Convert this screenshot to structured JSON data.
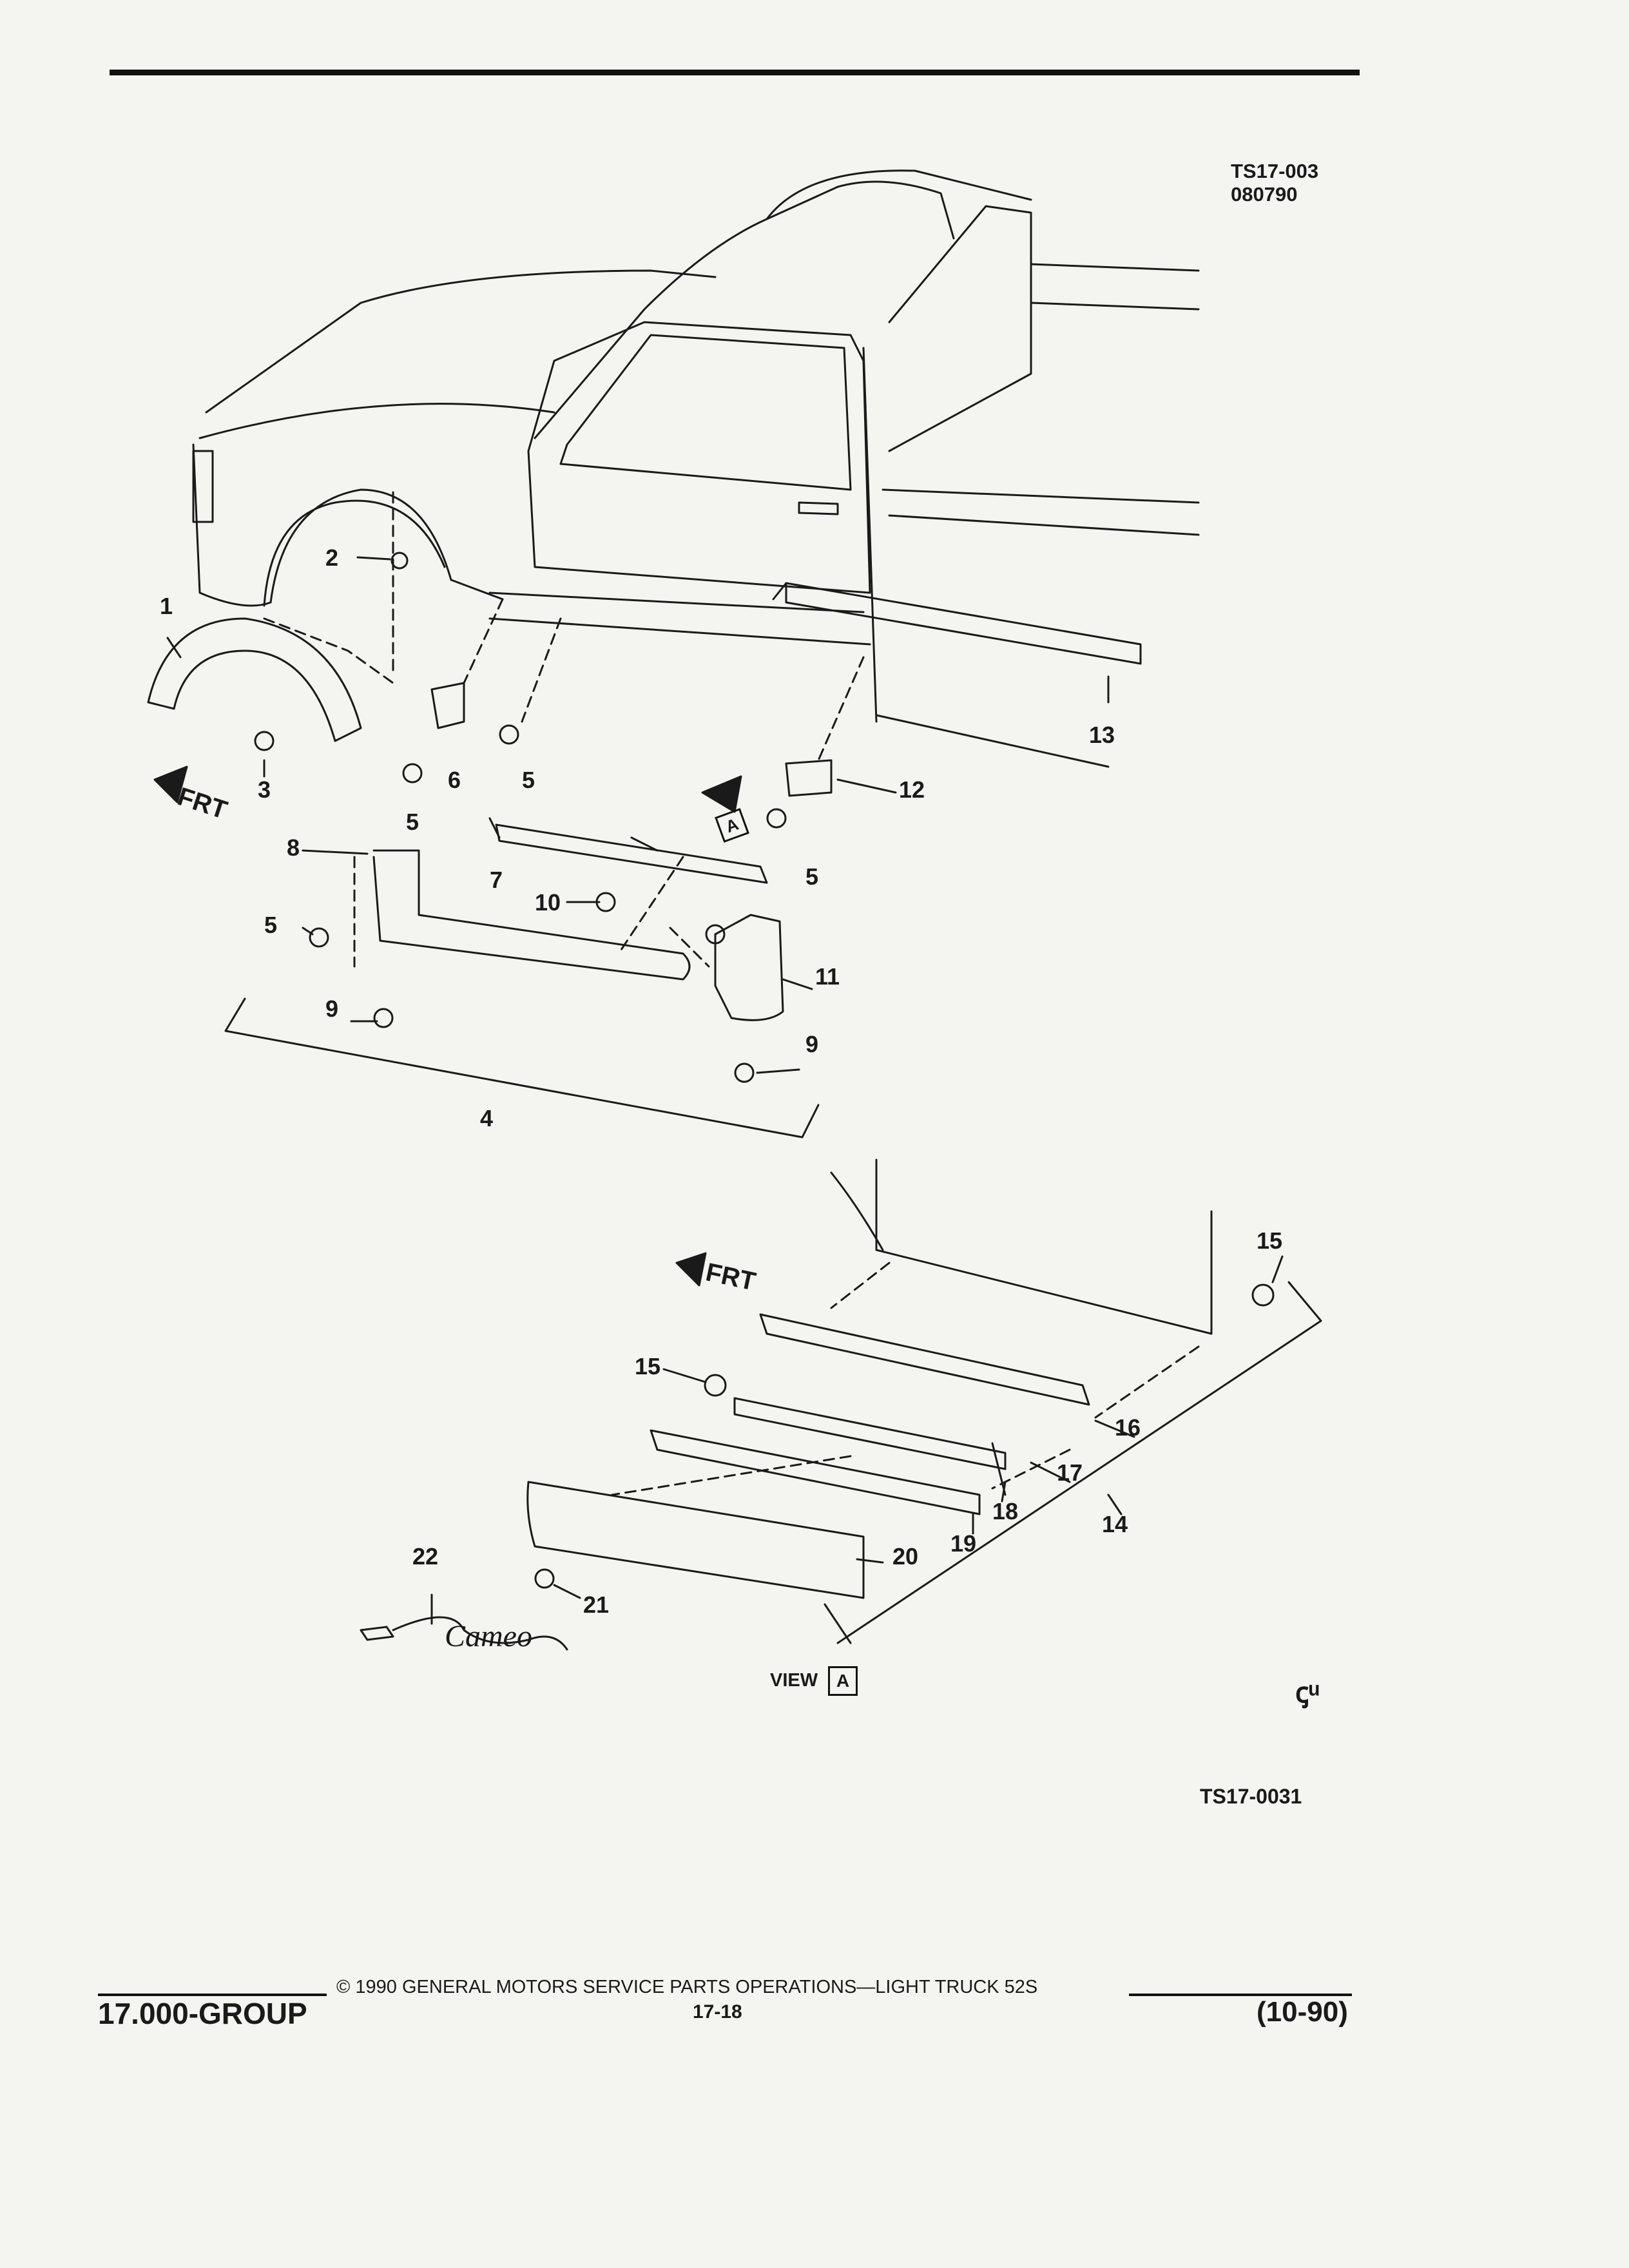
{
  "header": {
    "figure_code": "TS17-003",
    "figure_date": "080790"
  },
  "diagram": {
    "figure_code_bottom": "TS17-0031",
    "view_label": "VIEW",
    "view_letter": "A",
    "frt_label": "FRT",
    "script_logo": "Cameo",
    "callouts": [
      "1",
      "2",
      "3",
      "4",
      "5",
      "5",
      "5",
      "5",
      "6",
      "7",
      "8",
      "9",
      "9",
      "10",
      "11",
      "12",
      "13",
      "14",
      "15",
      "15",
      "16",
      "17",
      "18",
      "19",
      "20",
      "21",
      "22"
    ]
  },
  "footer": {
    "group": "17.000-GROUP",
    "copyright": "© 1990 GENERAL MOTORS SERVICE PARTS OPERATIONS—LIGHT TRUCK 52S",
    "page_number": "17-18",
    "revision": "(10-90)"
  }
}
